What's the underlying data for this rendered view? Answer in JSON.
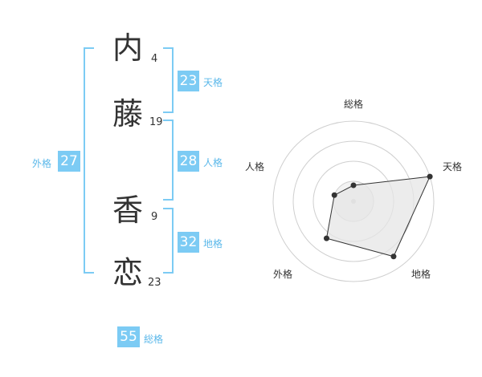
{
  "name": {
    "chars": [
      {
        "char": "内",
        "strokes": "4"
      },
      {
        "char": "藤",
        "strokes": "19"
      },
      {
        "char": "香",
        "strokes": "9"
      },
      {
        "char": "恋",
        "strokes": "23"
      }
    ]
  },
  "fortunes": {
    "tenkaku": {
      "label": "天格",
      "value": "23"
    },
    "jinkaku": {
      "label": "人格",
      "value": "28"
    },
    "chikaku": {
      "label": "地格",
      "value": "32"
    },
    "gaikaku": {
      "label": "外格",
      "value": "27"
    },
    "soukaku": {
      "label": "総格",
      "value": "55"
    }
  },
  "chart_data": {
    "type": "radar",
    "axes": [
      "総格",
      "天格",
      "地格",
      "外格",
      "人格"
    ],
    "values": [
      0.2,
      1.0,
      0.85,
      0.57,
      0.25
    ],
    "rings": 4,
    "colors": {
      "fill": "#e5e5e5",
      "stroke": "#333333",
      "grid": "#cfcfcf"
    }
  }
}
